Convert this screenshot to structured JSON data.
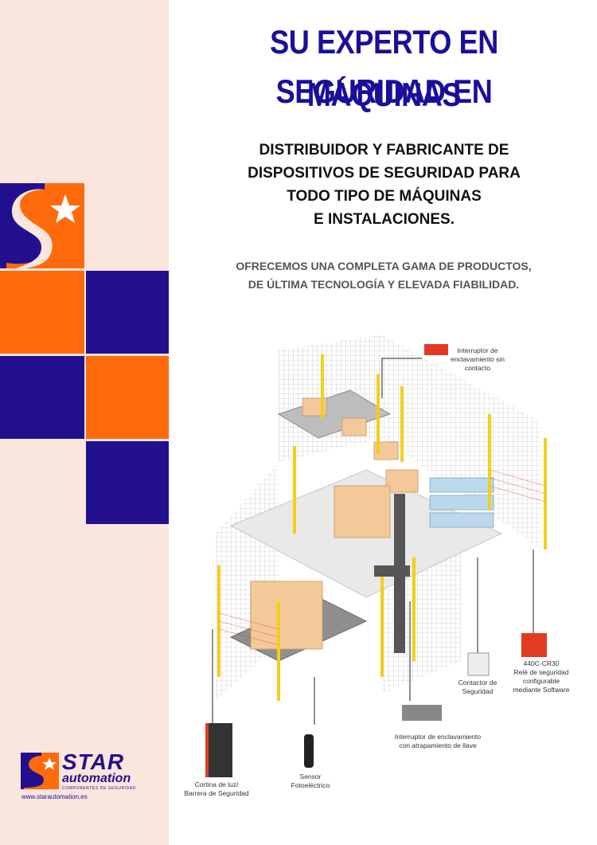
{
  "headline": {
    "line1": "SU EXPERTO EN SEGURIDAD EN",
    "line2": "MÁQUINAS"
  },
  "subheading": {
    "line1": "DISTRIBUIDOR Y FABRICANTE DE",
    "line2": "DISPOSITIVOS DE SEGURIDAD PARA",
    "line3": "TODO TIPO DE MÁQUINAS",
    "line4": "E INSTALACIONES."
  },
  "tagline": {
    "line1": "OFRECEMOS UNA COMPLETA GAMA DE PRODUCTOS,",
    "line2": "DE ÚLTIMA TECNOLOGÍA  Y ELEVADA FIABILIDAD."
  },
  "callouts": {
    "interlock_contactless": [
      "Interruptor de",
      "enclavamiento sin",
      "contacto"
    ],
    "relay": [
      "440C-CR30",
      "Relé de seguridad",
      "configurable",
      "mediante Software"
    ],
    "contactor": [
      "Contactor de",
      "Seguridad"
    ],
    "interlock_key": [
      "Interruptor de enclavamiento",
      "con atrapamiento de llave"
    ],
    "sensor": [
      "Sensor",
      "Fotoeléctrico"
    ],
    "light_curtain": [
      "Cortina de luz/",
      "Barrera de Seguridad"
    ]
  },
  "logo": {
    "word1": "STAR",
    "word2": "automation",
    "tagline": "COMPONENTES DE SEGURIDAD"
  },
  "website": "www.starautomation.es",
  "colors": {
    "navy": "#23108f",
    "orange": "#ff6a0d",
    "peach": "#fae6dc",
    "yellow": "#f2cf1b",
    "red": "#e23b24"
  }
}
